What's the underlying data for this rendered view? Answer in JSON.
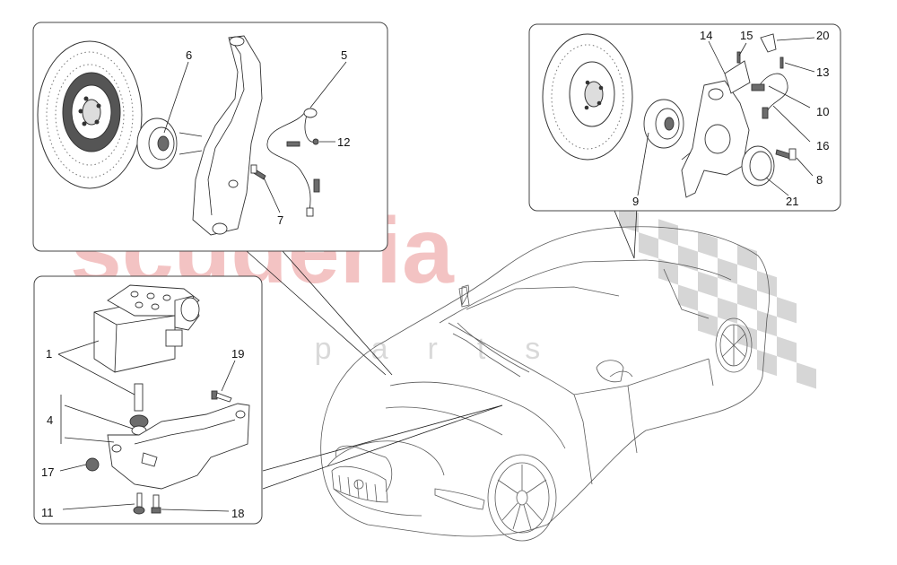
{
  "watermark": {
    "main": "scuderia",
    "sub": "car parts"
  },
  "labels": {
    "l1": "1",
    "l4": "4",
    "l5": "5",
    "l6": "6",
    "l7": "7",
    "l8": "8",
    "l9": "9",
    "l10": "10",
    "l11": "11",
    "l12": "12",
    "l13": "13",
    "l14": "14",
    "l15": "15",
    "l16": "16",
    "l17": "17",
    "l18": "18",
    "l19": "19",
    "l20": "20",
    "l21": "21"
  }
}
